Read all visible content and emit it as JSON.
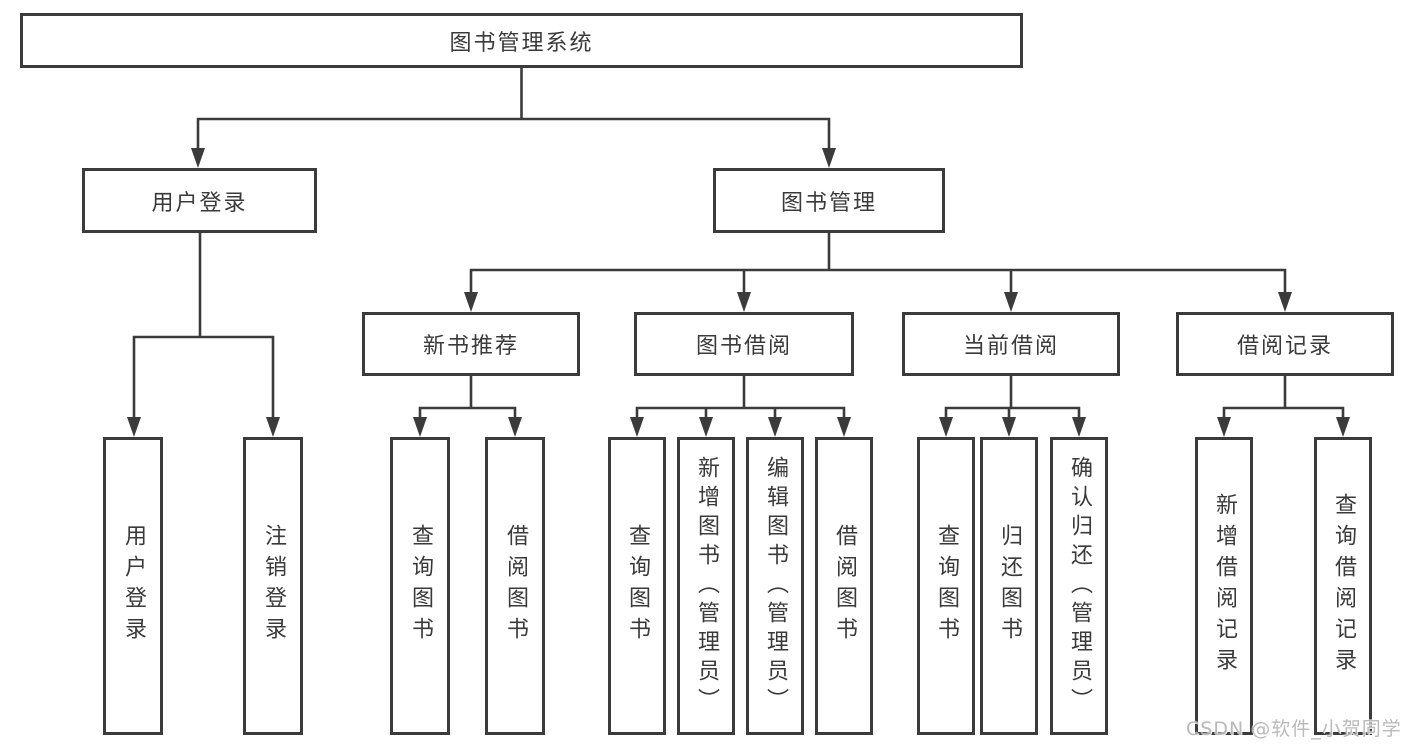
{
  "diagram": {
    "root": {
      "label": "图书管理系统"
    },
    "level2": [
      {
        "label": "用户登录"
      },
      {
        "label": "图书管理"
      }
    ],
    "level3": [
      {
        "label": "新书推荐"
      },
      {
        "label": "图书借阅"
      },
      {
        "label": "当前借阅"
      },
      {
        "label": "借阅记录"
      }
    ],
    "leaves": {
      "user_login": [
        {
          "label": "用户登录"
        },
        {
          "label": "注销登录"
        }
      ],
      "new_book_recommend": [
        {
          "label": "查询图书"
        },
        {
          "label": "借阅图书"
        }
      ],
      "book_borrow": [
        {
          "label": "查询图书"
        },
        {
          "label": "新增图书（管理员）"
        },
        {
          "label": "编辑图书（管理员）"
        },
        {
          "label": "借阅图书"
        }
      ],
      "current_borrow": [
        {
          "label": "查询图书"
        },
        {
          "label": "归还图书"
        },
        {
          "label": "确认归还（管理员）"
        }
      ],
      "borrow_record": [
        {
          "label": "新增借阅记录"
        },
        {
          "label": "查询借阅记录"
        }
      ]
    },
    "colors": {
      "line": "#3b3b3b",
      "box_border": "#3b3b3b",
      "text": "#3a3a3a",
      "watermark": "#b9b9b9",
      "background": "#ffffff"
    }
  },
  "watermark": {
    "text": "CSDN @软件_小贺同学"
  }
}
